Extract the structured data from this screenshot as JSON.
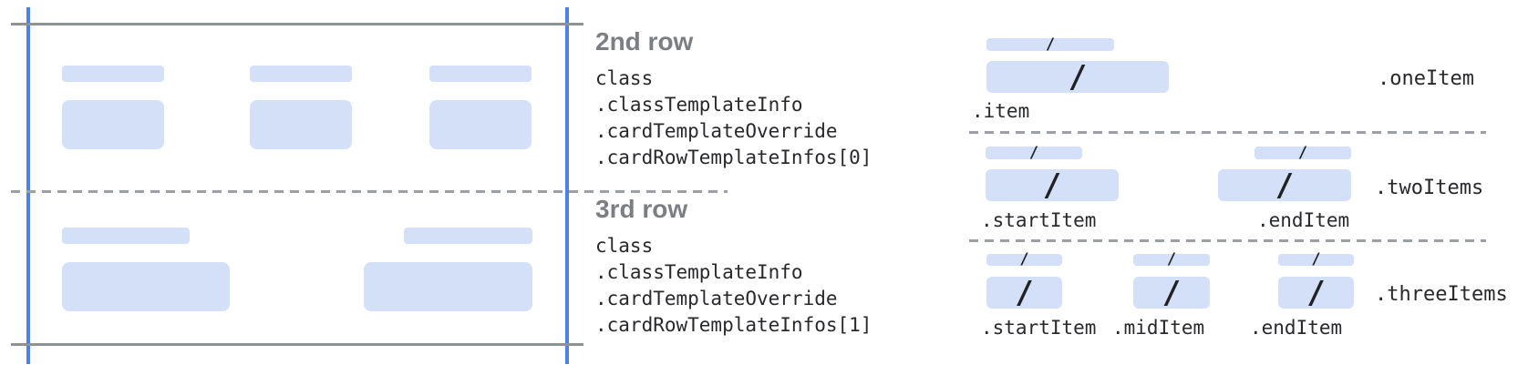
{
  "colors": {
    "accent_blue_line": "#4e80ec",
    "bar_fill_blue": "#d3e0f8",
    "solid_line_gray": "#8e9398",
    "dashed_line_gray": "#9aa0a6",
    "heading_gray": "#7b7f83",
    "code_text": "#27292c"
  },
  "glyphs": {
    "slash": "/"
  },
  "annotations": {
    "row2": {
      "heading": "2nd row",
      "code_lines": [
        "class",
        ".classTemplateInfo",
        ".cardTemplateOverride",
        ".cardRowTemplateInfos[0]"
      ]
    },
    "row3": {
      "heading": "3rd row",
      "code_lines": [
        "class",
        ".classTemplateInfo",
        ".cardTemplateOverride",
        ".cardRowTemplateInfos[1]"
      ]
    }
  },
  "templates": {
    "one_item": {
      "name": ".oneItem",
      "items": [
        ".item"
      ]
    },
    "two_items": {
      "name": ".twoItems",
      "items": [
        ".startItem",
        ".endItem"
      ]
    },
    "three_items": {
      "name": ".threeItems",
      "items": [
        ".startItem",
        ".midItem",
        ".endItem"
      ]
    }
  }
}
